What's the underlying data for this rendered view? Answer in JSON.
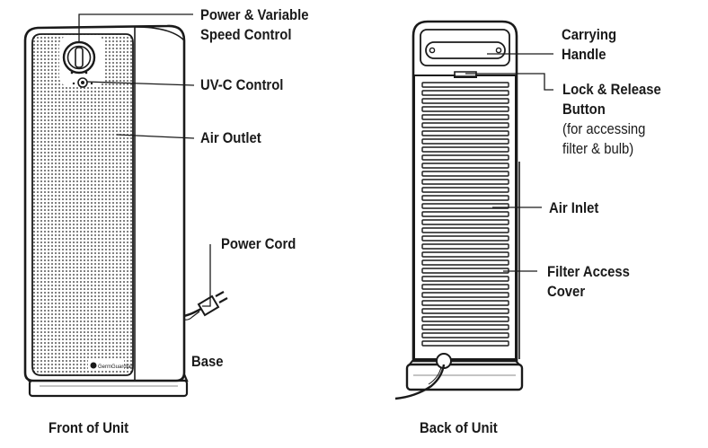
{
  "labels": {
    "power_speed": [
      "Power & Variable",
      "Speed Control"
    ],
    "uvc": "UV-C Control",
    "air_outlet": "Air Outlet",
    "power_cord": "Power Cord",
    "base": "Base",
    "front_caption": "Front of Unit",
    "handle": [
      "Carrying",
      "Handle"
    ],
    "lock": [
      "Lock & Release",
      "Button"
    ],
    "lock_note": [
      "(for accessing",
      "filter & bulb)"
    ],
    "air_inlet": "Air Inlet",
    "filter_cover": [
      "Filter Access",
      "Cover"
    ],
    "back_caption": "Back of Unit",
    "logo": "GermGuardian"
  },
  "colors": {
    "ink": "#1a1a1a",
    "mesh": "#6f6f6f",
    "grille_bg": "#ffffff"
  }
}
